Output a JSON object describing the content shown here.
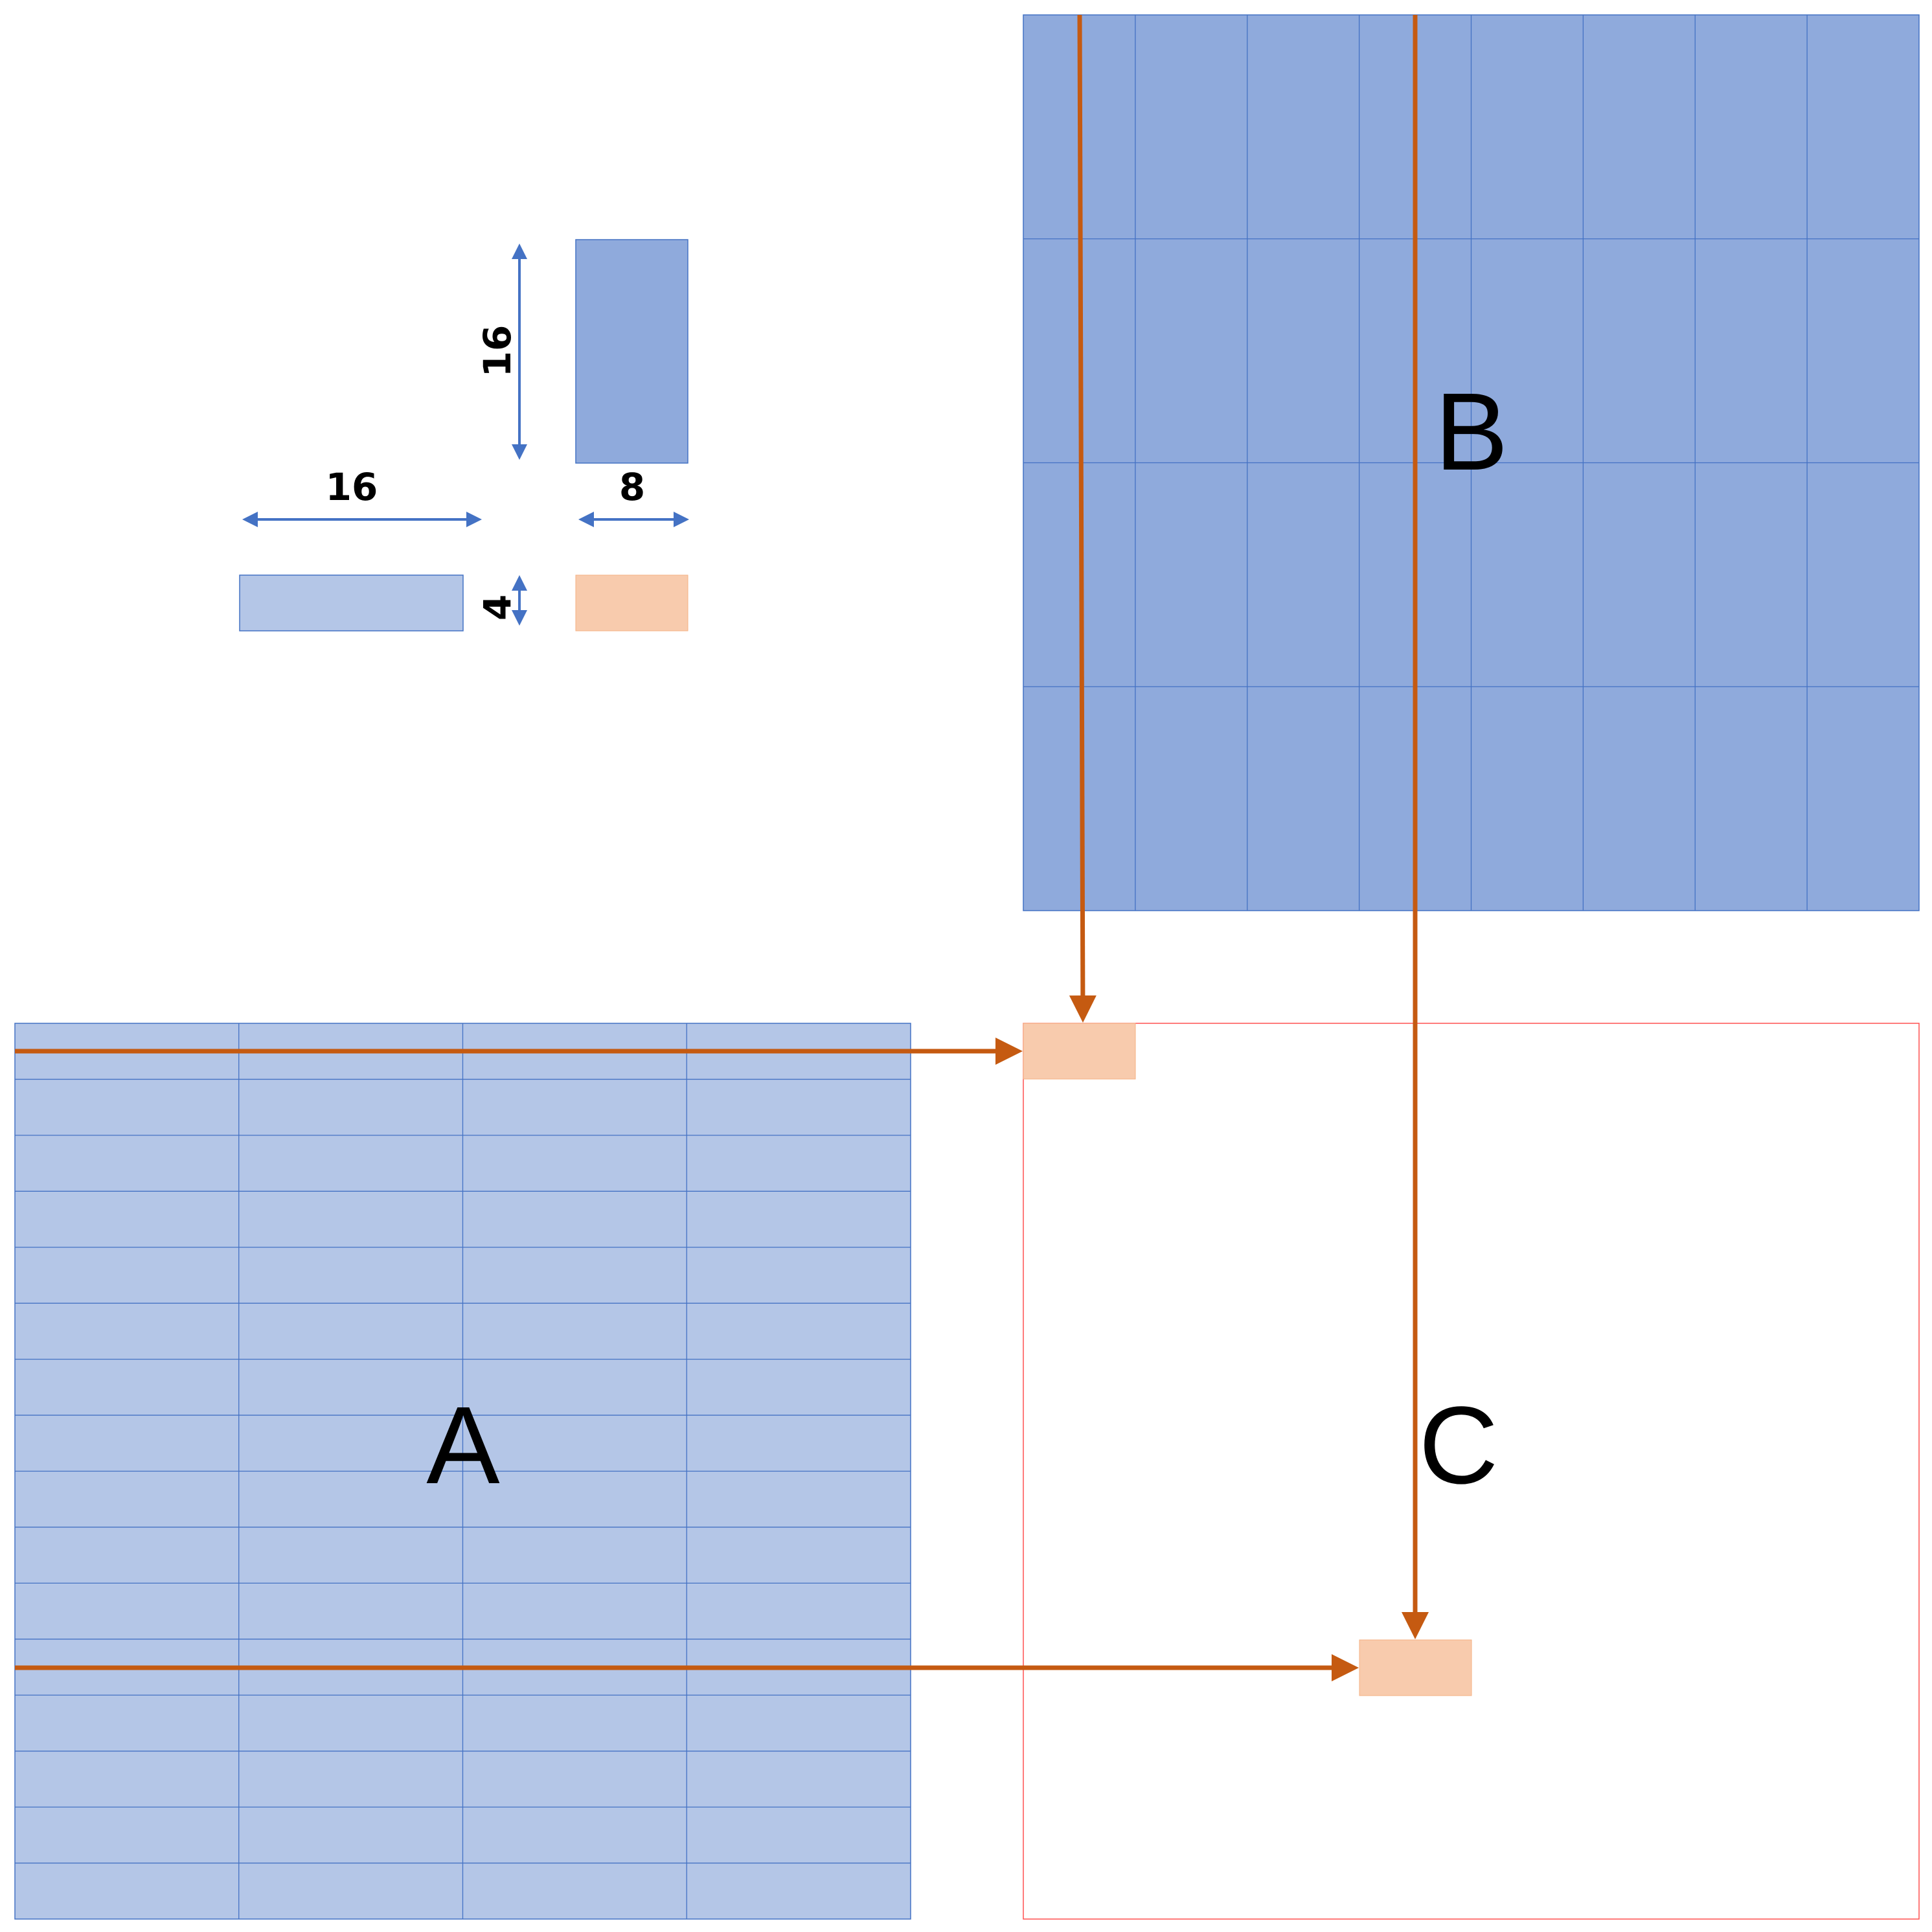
{
  "matrices": {
    "a": {
      "label": "A",
      "rows": 16,
      "cols": 4
    },
    "b": {
      "label": "B",
      "rows": 4,
      "cols": 8
    },
    "c": {
      "label": "C"
    }
  },
  "tiles": {
    "a_tile_width": "16",
    "a_tile_height": "4",
    "b_tile_height": "16",
    "b_tile_width": "8"
  },
  "colors": {
    "a_fill": "#b4c6e7",
    "b_fill": "#8faadc",
    "grid_line": "#4472c4",
    "c_tile_fill": "#f8cbad",
    "c_border": "#ff5050",
    "flow_arrow": "#c55a11",
    "dimension_arrow": "#4472c4"
  }
}
